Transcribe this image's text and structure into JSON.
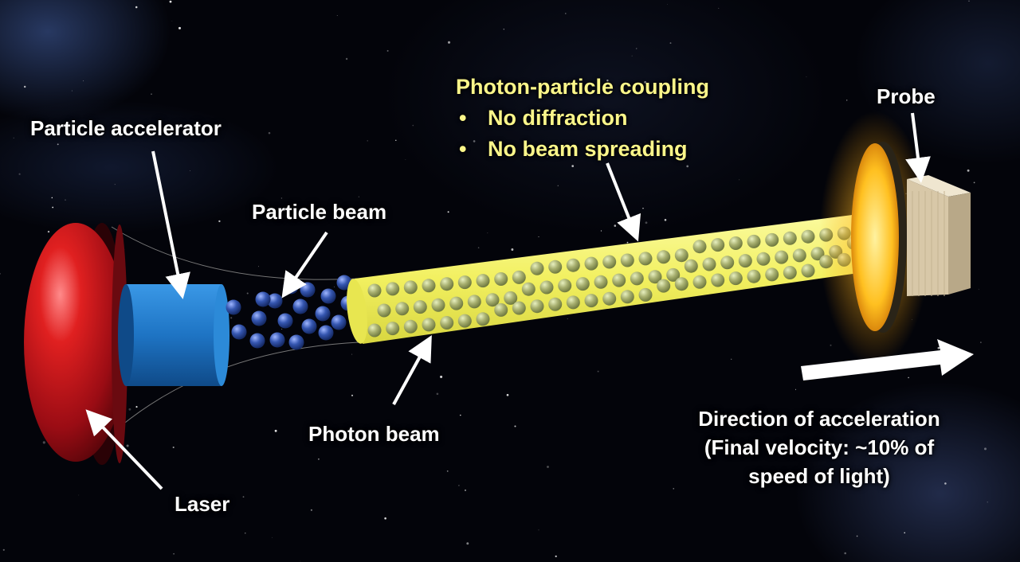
{
  "labels": {
    "particle_accelerator": "Particle accelerator",
    "particle_beam": "Particle beam",
    "photon_beam": "Photon beam",
    "laser": "Laser",
    "probe": "Probe"
  },
  "coupling": {
    "title": "Photon-particle coupling",
    "bullet_glyph": "•",
    "items": [
      "No diffraction",
      "No beam spreading"
    ]
  },
  "direction": {
    "line1": "Direction of acceleration",
    "line2": "(Final velocity: ~10% of",
    "line3": "speed of light)"
  },
  "colors": {
    "laser": "#b0101a",
    "accelerator": "#1e74c4",
    "particles": "#2f52a8",
    "photon_beam": "#f5f46a",
    "photon_particles": "#a8b070",
    "sail_glow": "#ffb020",
    "probe": "#d8c8a8",
    "coupling_text": "#fbf68a"
  }
}
